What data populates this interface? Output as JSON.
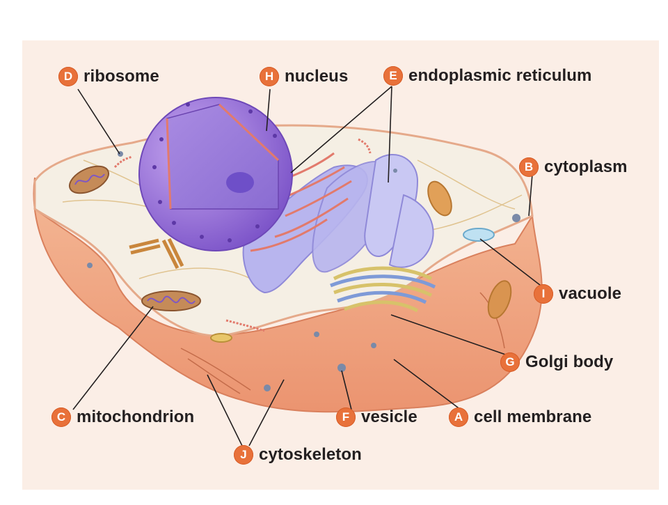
{
  "figure": {
    "background_color": "#fbeee6",
    "badge_color": "#e8713a",
    "label_color": "#231f20"
  },
  "labels": [
    {
      "letter": "D",
      "text": "ribosome"
    },
    {
      "letter": "H",
      "text": "nucleus"
    },
    {
      "letter": "E",
      "text": "endoplasmic reticulum"
    },
    {
      "letter": "B",
      "text": "cytoplasm"
    },
    {
      "letter": "I",
      "text": "vacuole"
    },
    {
      "letter": "G",
      "text": "Golgi body"
    },
    {
      "letter": "C",
      "text": "mitochondrion"
    },
    {
      "letter": "F",
      "text": "vesicle"
    },
    {
      "letter": "A",
      "text": "cell membrane"
    },
    {
      "letter": "J",
      "text": "cytoskeleton"
    }
  ]
}
